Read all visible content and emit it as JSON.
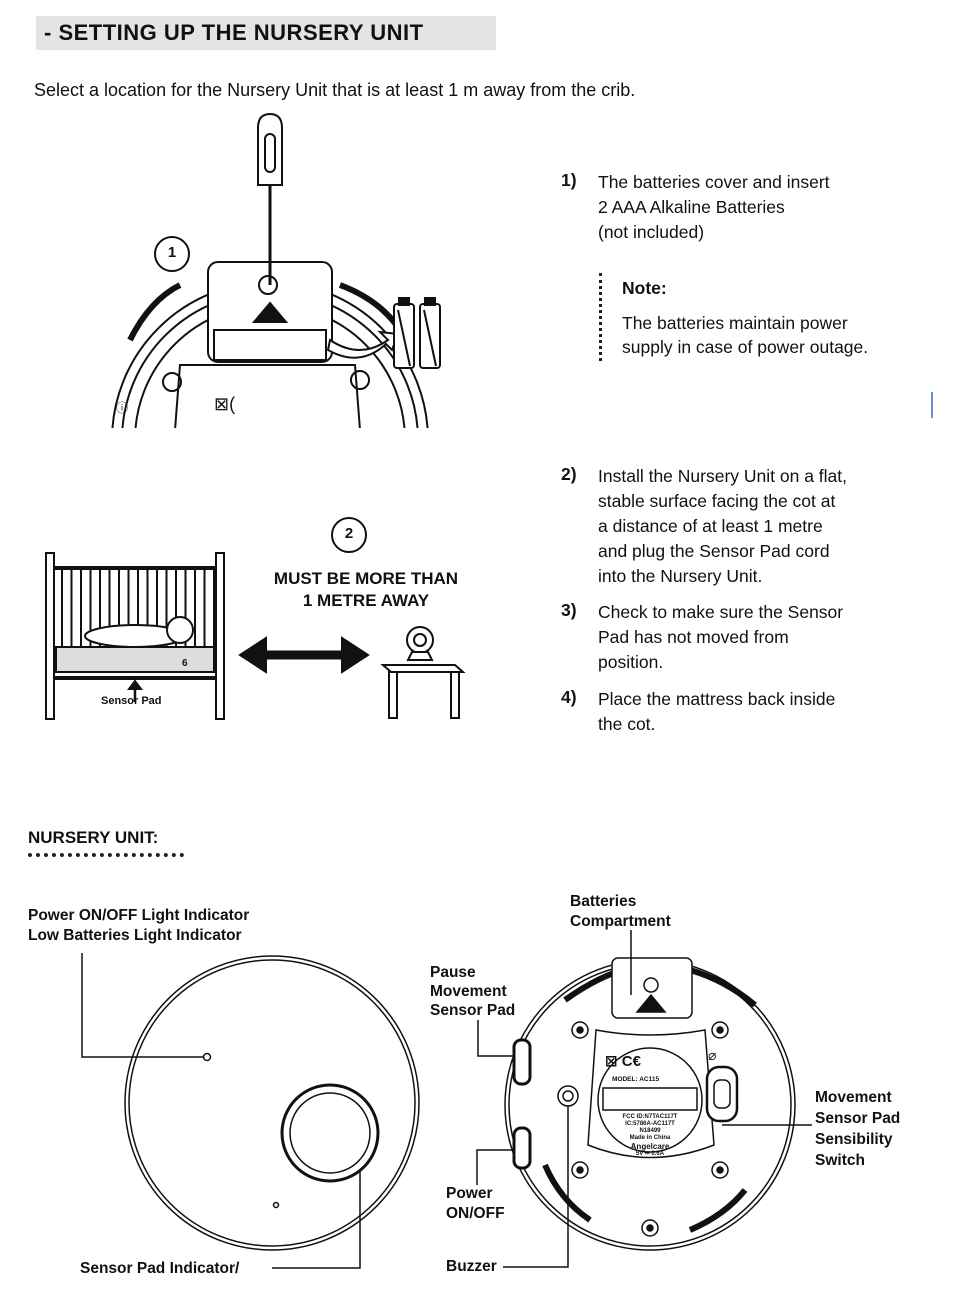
{
  "heading": {
    "title": "- SETTING UP THE NURSERY UNIT"
  },
  "intro": "Select a location for the Nursery Unit that is at least 1 m away from the crib.",
  "steps": [
    {
      "num": "1)",
      "lines": [
        "The batteries cover and insert",
        "2 AAA Alkaline Batteries",
        "(not included)"
      ]
    },
    {
      "num": "2)",
      "lines": [
        "Install the Nursery Unit on a flat,",
        "stable surface facing the cot at",
        "a distance of at least 1 metre",
        "and plug the Sensor Pad cord",
        "into the Nursery Unit."
      ]
    },
    {
      "num": "3)",
      "lines": [
        "Check to make sure the Sensor",
        "Pad has not moved from",
        "position."
      ]
    },
    {
      "num": "4)",
      "lines": [
        "Place the mattress back inside",
        "the cot."
      ]
    }
  ],
  "note": {
    "title": "Note:",
    "lines": [
      "The batteries maintain power",
      "supply in case of power outage."
    ]
  },
  "figure1": {
    "badge": "1",
    "icon_names": [
      "screwdriver-icon",
      "aaa-battery-icon",
      "curved-arrow-icon"
    ]
  },
  "figure2": {
    "badge": "2",
    "distance_lines": [
      "MUST BE MORE THAN",
      "1 METRE AWAY"
    ],
    "sensor_pad_label": "Sensor Pad",
    "pad_mark": "6",
    "icon_names": [
      "crib-icon",
      "baby-icon",
      "double-arrow-icon",
      "nursery-unit-icon",
      "table-icon"
    ]
  },
  "nursery": {
    "section_title": "NURSERY UNIT:",
    "labels": {
      "power_light": [
        "Power ON/OFF Light Indicator",
        "Low Batteries Light Indicator"
      ],
      "sensor_indicator": "Sensor Pad Indicator/",
      "batteries_compartment": [
        "Batteries",
        "Compartment"
      ],
      "pause": [
        "Pause",
        "Movement",
        "Sensor Pad"
      ],
      "power_onoff": [
        "Power",
        "ON/OFF"
      ],
      "buzzer": "Buzzer",
      "sensibility_switch": [
        "Movement",
        "Sensor Pad",
        "Sensibility",
        "Switch"
      ]
    },
    "unit_back_text": {
      "model": "MODEL: AC115",
      "fcc": "FCC ID:N7TAC117T",
      "ic": "IC:5786A-AC117T",
      "n_code": "N18499",
      "made_in": "Made in China",
      "brand": "Angelcare",
      "power": "5V ⎓ 0.6A"
    }
  },
  "colors": {
    "heading_bg": "#e4e4e4",
    "ink": "#111111",
    "cursor": "#6a8fd6"
  }
}
